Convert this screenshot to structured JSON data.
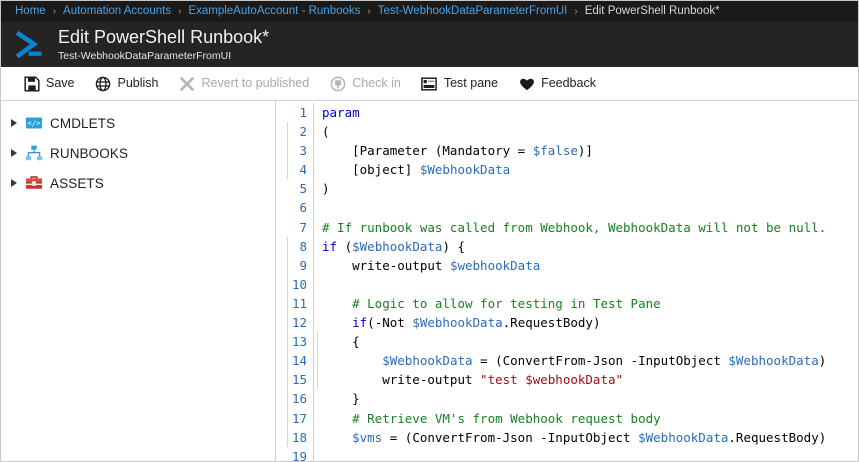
{
  "breadcrumb": {
    "name": "breadcrumb",
    "separator": "›",
    "items": [
      {
        "label": "Home",
        "current": false
      },
      {
        "label": "Automation Accounts",
        "current": false
      },
      {
        "label": "ExampleAutoAccount - Runbooks",
        "current": false
      },
      {
        "label": "Test-WebhookDataParameterFromUI",
        "current": false
      },
      {
        "label": "Edit PowerShell Runbook*",
        "current": true
      }
    ]
  },
  "header": {
    "icon": "powershell-icon",
    "title": "Edit PowerShell Runbook*",
    "subtitle": "Test-WebhookDataParameterFromUI"
  },
  "toolbar": {
    "items": [
      {
        "label": "Save",
        "icon": "save-icon",
        "disabled": false
      },
      {
        "label": "Publish",
        "icon": "globe-icon",
        "disabled": false
      },
      {
        "label": "Revert to published",
        "icon": "close-icon",
        "disabled": true
      },
      {
        "label": "Check in",
        "icon": "checkin-icon",
        "disabled": true
      },
      {
        "label": "Test pane",
        "icon": "console-icon",
        "disabled": false
      },
      {
        "label": "Feedback",
        "icon": "heart-icon",
        "disabled": false
      }
    ]
  },
  "sidebar": {
    "items": [
      {
        "label": "CMDLETS",
        "icon": "code-tag-icon",
        "expanded": false
      },
      {
        "label": "RUNBOOKS",
        "icon": "hierarchy-icon",
        "expanded": false
      },
      {
        "label": "ASSETS",
        "icon": "toolbox-icon",
        "expanded": false
      }
    ]
  },
  "editor": {
    "language": "powershell",
    "line_numbers": [
      1,
      2,
      3,
      4,
      5,
      6,
      7,
      8,
      9,
      10,
      11,
      12,
      13,
      14,
      15,
      16,
      17,
      18,
      19
    ],
    "lines": [
      {
        "n": 1,
        "tokens": [
          {
            "t": "param",
            "c": "kw"
          }
        ]
      },
      {
        "n": 2,
        "tokens": [
          {
            "t": "(",
            "c": ""
          }
        ]
      },
      {
        "n": 3,
        "tokens": [
          {
            "t": "    [Parameter (Mandatory = ",
            "c": ""
          },
          {
            "t": "$false",
            "c": "var"
          },
          {
            "t": ")]",
            "c": ""
          }
        ]
      },
      {
        "n": 4,
        "tokens": [
          {
            "t": "    [object] ",
            "c": ""
          },
          {
            "t": "$WebhookData",
            "c": "var"
          }
        ]
      },
      {
        "n": 5,
        "tokens": [
          {
            "t": ")",
            "c": ""
          }
        ]
      },
      {
        "n": 6,
        "tokens": [
          {
            "t": "",
            "c": ""
          }
        ]
      },
      {
        "n": 7,
        "tokens": [
          {
            "t": "# If runbook was called from Webhook, WebhookData will not be null.",
            "c": "cmt"
          }
        ]
      },
      {
        "n": 8,
        "tokens": [
          {
            "t": "if",
            "c": "kw"
          },
          {
            "t": " (",
            "c": ""
          },
          {
            "t": "$WebhookData",
            "c": "var"
          },
          {
            "t": ") {",
            "c": ""
          }
        ]
      },
      {
        "n": 9,
        "tokens": [
          {
            "t": "    write-output ",
            "c": ""
          },
          {
            "t": "$webhookData",
            "c": "var"
          }
        ]
      },
      {
        "n": 10,
        "tokens": [
          {
            "t": "",
            "c": ""
          }
        ]
      },
      {
        "n": 11,
        "tokens": [
          {
            "t": "    # Logic to allow for testing in Test Pane",
            "c": "cmt"
          }
        ]
      },
      {
        "n": 12,
        "tokens": [
          {
            "t": "    ",
            "c": ""
          },
          {
            "t": "if",
            "c": "kw"
          },
          {
            "t": "(-Not ",
            "c": ""
          },
          {
            "t": "$WebhookData",
            "c": "var"
          },
          {
            "t": ".RequestBody)",
            "c": ""
          }
        ]
      },
      {
        "n": 13,
        "tokens": [
          {
            "t": "    {",
            "c": ""
          }
        ]
      },
      {
        "n": 14,
        "tokens": [
          {
            "t": "        ",
            "c": ""
          },
          {
            "t": "$WebhookData",
            "c": "var"
          },
          {
            "t": " = (ConvertFrom-Json -InputObject ",
            "c": ""
          },
          {
            "t": "$WebhookData",
            "c": "var"
          },
          {
            "t": ")",
            "c": ""
          }
        ]
      },
      {
        "n": 15,
        "tokens": [
          {
            "t": "        write-output ",
            "c": ""
          },
          {
            "t": "\"test $webhookData\"",
            "c": "str"
          }
        ]
      },
      {
        "n": 16,
        "tokens": [
          {
            "t": "    }",
            "c": ""
          }
        ]
      },
      {
        "n": 17,
        "tokens": [
          {
            "t": "    # Retrieve VM's from Webhook request body",
            "c": "cmt"
          }
        ]
      },
      {
        "n": 18,
        "tokens": [
          {
            "t": "    ",
            "c": ""
          },
          {
            "t": "$vms",
            "c": "var"
          },
          {
            "t": " = (ConvertFrom-Json -InputObject ",
            "c": ""
          },
          {
            "t": "$WebhookData",
            "c": "var"
          },
          {
            "t": ".RequestBody)",
            "c": ""
          }
        ]
      },
      {
        "n": 19,
        "tokens": [
          {
            "t": "",
            "c": ""
          }
        ]
      }
    ]
  },
  "colors": {
    "breadcrumb_bg": "#1b1a19",
    "title_bg": "#252423",
    "link_blue": "#4ba0e2",
    "accent_blue": "#0078d4",
    "keyword": "#0000c8",
    "variable": "#2b6cb8",
    "comment": "#1a8020",
    "string": "#a01010",
    "assets_red": "#c0392b"
  }
}
